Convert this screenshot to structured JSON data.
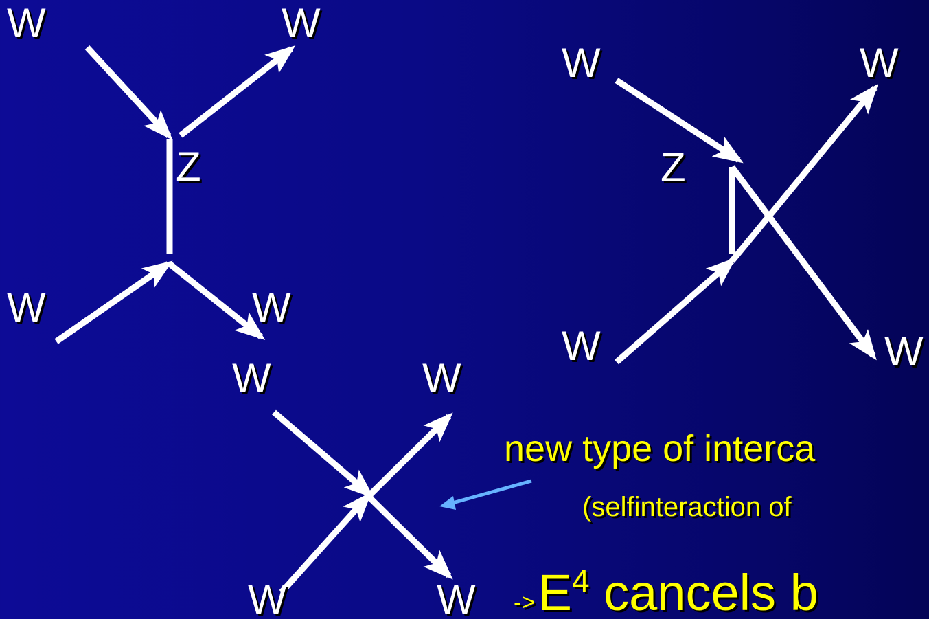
{
  "colors": {
    "background": "#0a0a86",
    "line": "#ffffff",
    "text": "#ffffff",
    "highlight": "#ffff00",
    "pointer": "#66b3ff"
  },
  "diagram1": {
    "w_top_left": "W",
    "w_top_right": "W",
    "z": "Z",
    "w_bottom_left": "W",
    "w_bottom_right": "W"
  },
  "diagram2": {
    "w_top_left": "W",
    "w_top_right": "W",
    "z": "Z",
    "w_bottom_left": "W",
    "w_bottom_right": "W"
  },
  "diagram3": {
    "w_top_left": "W",
    "w_top_right": "W",
    "w_bottom_left": "W",
    "w_bottom_right": "W"
  },
  "annotation": {
    "new_type": "new  type of interca",
    "selfinteraction": "(selfinteraction of",
    "arrow_prefix": "->",
    "energy": "E",
    "exponent": "4",
    "cancels": " cancels b"
  }
}
